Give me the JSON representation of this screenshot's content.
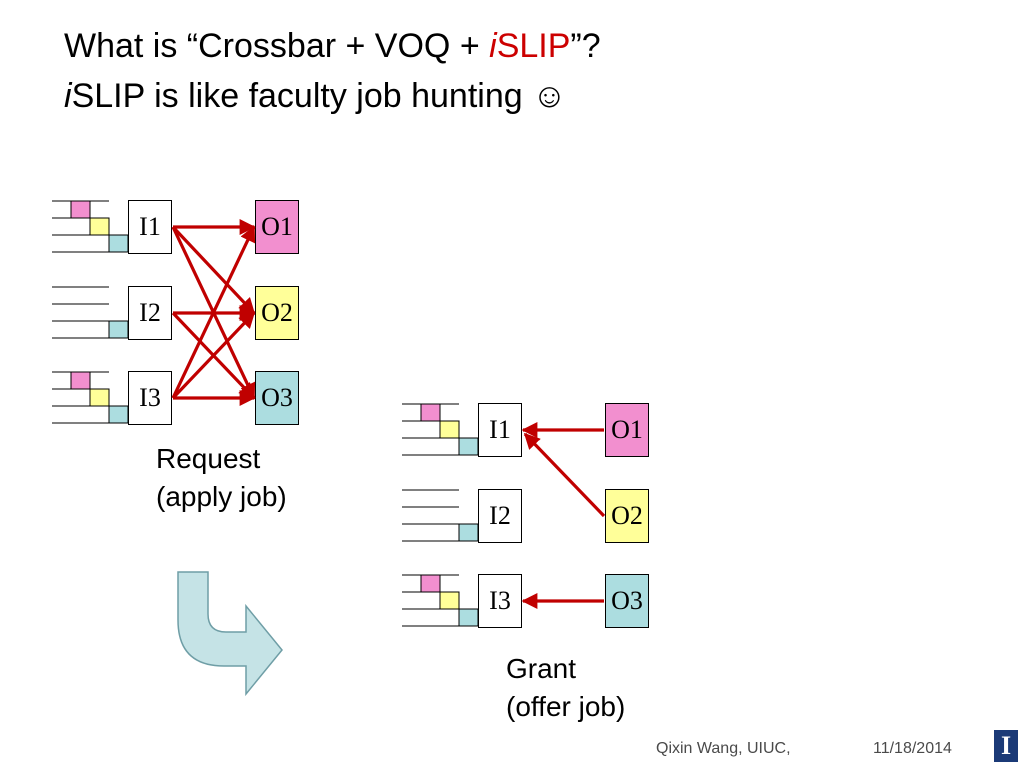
{
  "title": {
    "line1_prefix": "What is “Crossbar + VOQ + ",
    "line1_i": "i",
    "line1_slip": "SLIP",
    "line1_suffix": "”?",
    "line2_i": "i",
    "line2_rest": "SLIP is like faculty job hunting ☺"
  },
  "request_panel": {
    "inputs": [
      "I1",
      "I2",
      "I3"
    ],
    "outputs": [
      "O1",
      "O2",
      "O3"
    ],
    "caption_line1": "Request",
    "caption_line2": "(apply job)",
    "edges": [
      [
        "I1",
        "O1"
      ],
      [
        "I1",
        "O2"
      ],
      [
        "I1",
        "O3"
      ],
      [
        "I2",
        "O2"
      ],
      [
        "I2",
        "O3"
      ],
      [
        "I3",
        "O1"
      ],
      [
        "I3",
        "O2"
      ],
      [
        "I3",
        "O3"
      ]
    ]
  },
  "grant_panel": {
    "inputs": [
      "I1",
      "I2",
      "I3"
    ],
    "outputs": [
      "O1",
      "O2",
      "O3"
    ],
    "caption_line1": "Grant",
    "caption_line2": "(offer job)",
    "edges": [
      [
        "O1",
        "I1"
      ],
      [
        "O2",
        "I1"
      ],
      [
        "O3",
        "I3"
      ]
    ]
  },
  "colors": {
    "O1": "#f28fcf",
    "O2": "#ffff99",
    "O3": "#acdde0",
    "arrow": "#c00000",
    "title_accent": "#cc0000",
    "transition_arrow_fill": "#c5e3e6",
    "transition_arrow_stroke": "#6f9ea6"
  },
  "voq": {
    "I1": [
      "O1",
      "O2",
      "O3"
    ],
    "I2": [
      "O3"
    ],
    "I3": [
      "O1",
      "O2",
      "O3"
    ]
  },
  "footer": {
    "author": "Qixin Wang, UIUC,",
    "date": "11/18/2014",
    "logo": "I"
  }
}
